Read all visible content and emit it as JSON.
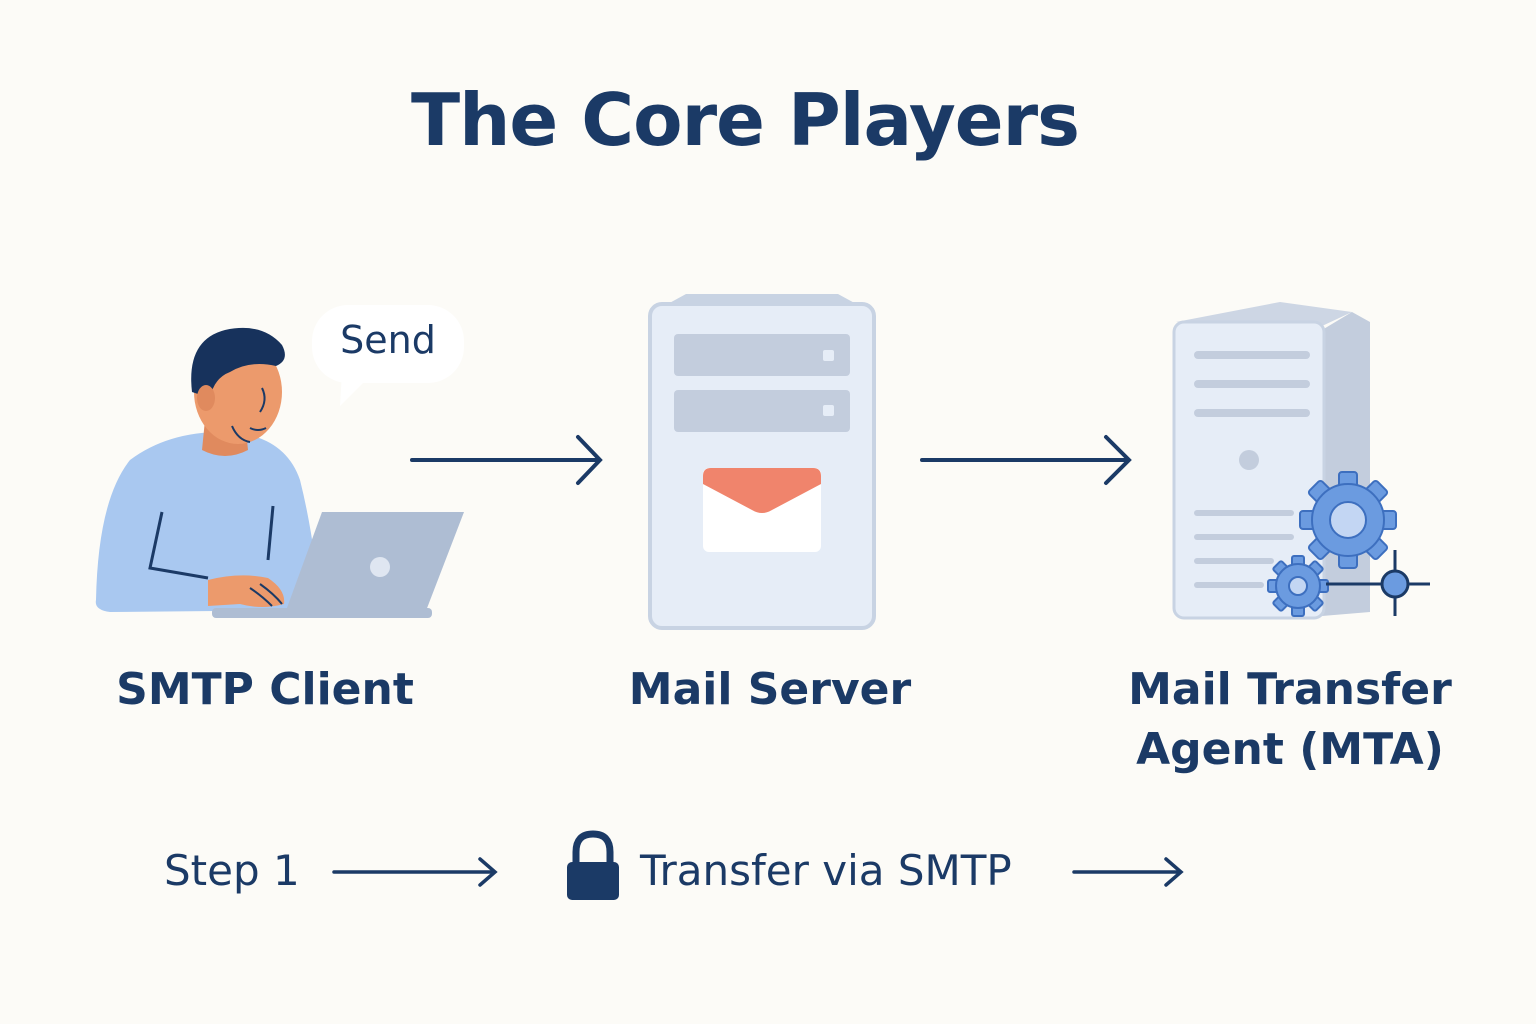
{
  "title": "The Core Players",
  "speech_bubble": "Send",
  "players": [
    {
      "name": "SMTP Client",
      "icon": "person-laptop-icon"
    },
    {
      "name": "Mail Server",
      "icon": "mail-server-icon"
    },
    {
      "name": "Mail Transfer Agent (MTA)",
      "line1": "Mail Transfer",
      "line2": "Agent (MTA)",
      "icon": "server-gears-icon"
    }
  ],
  "footer": {
    "step": "Step 1",
    "transfer": "Transfer via SMTP",
    "lock_icon": "lock-icon"
  },
  "colors": {
    "navy": "#1b3a66",
    "shirt": "#a9c8f0",
    "skin": "#ec9a6c",
    "server": "#e6edf7",
    "server_outline": "#c8d3e3",
    "envelope_flap": "#f0846c",
    "gear": "#6b9be0"
  }
}
